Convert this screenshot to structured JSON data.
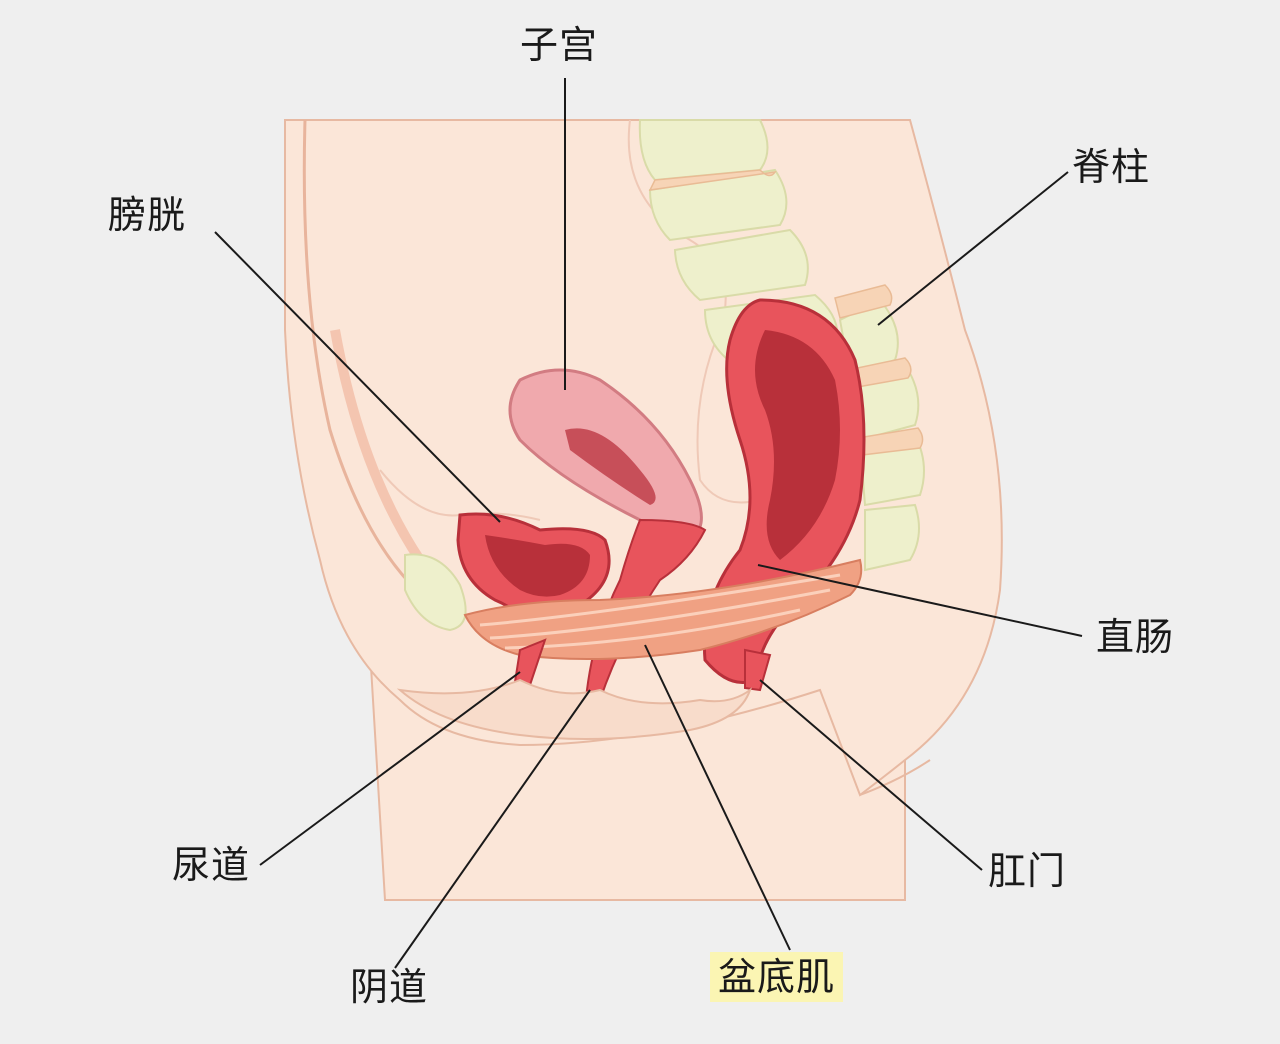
{
  "labels": {
    "uterus": "子宫",
    "bladder": "膀胱",
    "spine": "脊柱",
    "rectum": "直肠",
    "urethra": "尿道",
    "anus": "肛门",
    "vagina": "阴道",
    "pelvic_floor": "盆底肌"
  },
  "colors": {
    "background": "#efefef",
    "skin": "#fbe6d8",
    "skin_dark": "#f3c9b4",
    "bone": "#eef0cc",
    "uterus": "#f0a9ad",
    "organ_red": "#e8545c",
    "organ_dark": "#b8303a",
    "muscle": "#f0a183",
    "highlight": "#fbf5b3"
  }
}
